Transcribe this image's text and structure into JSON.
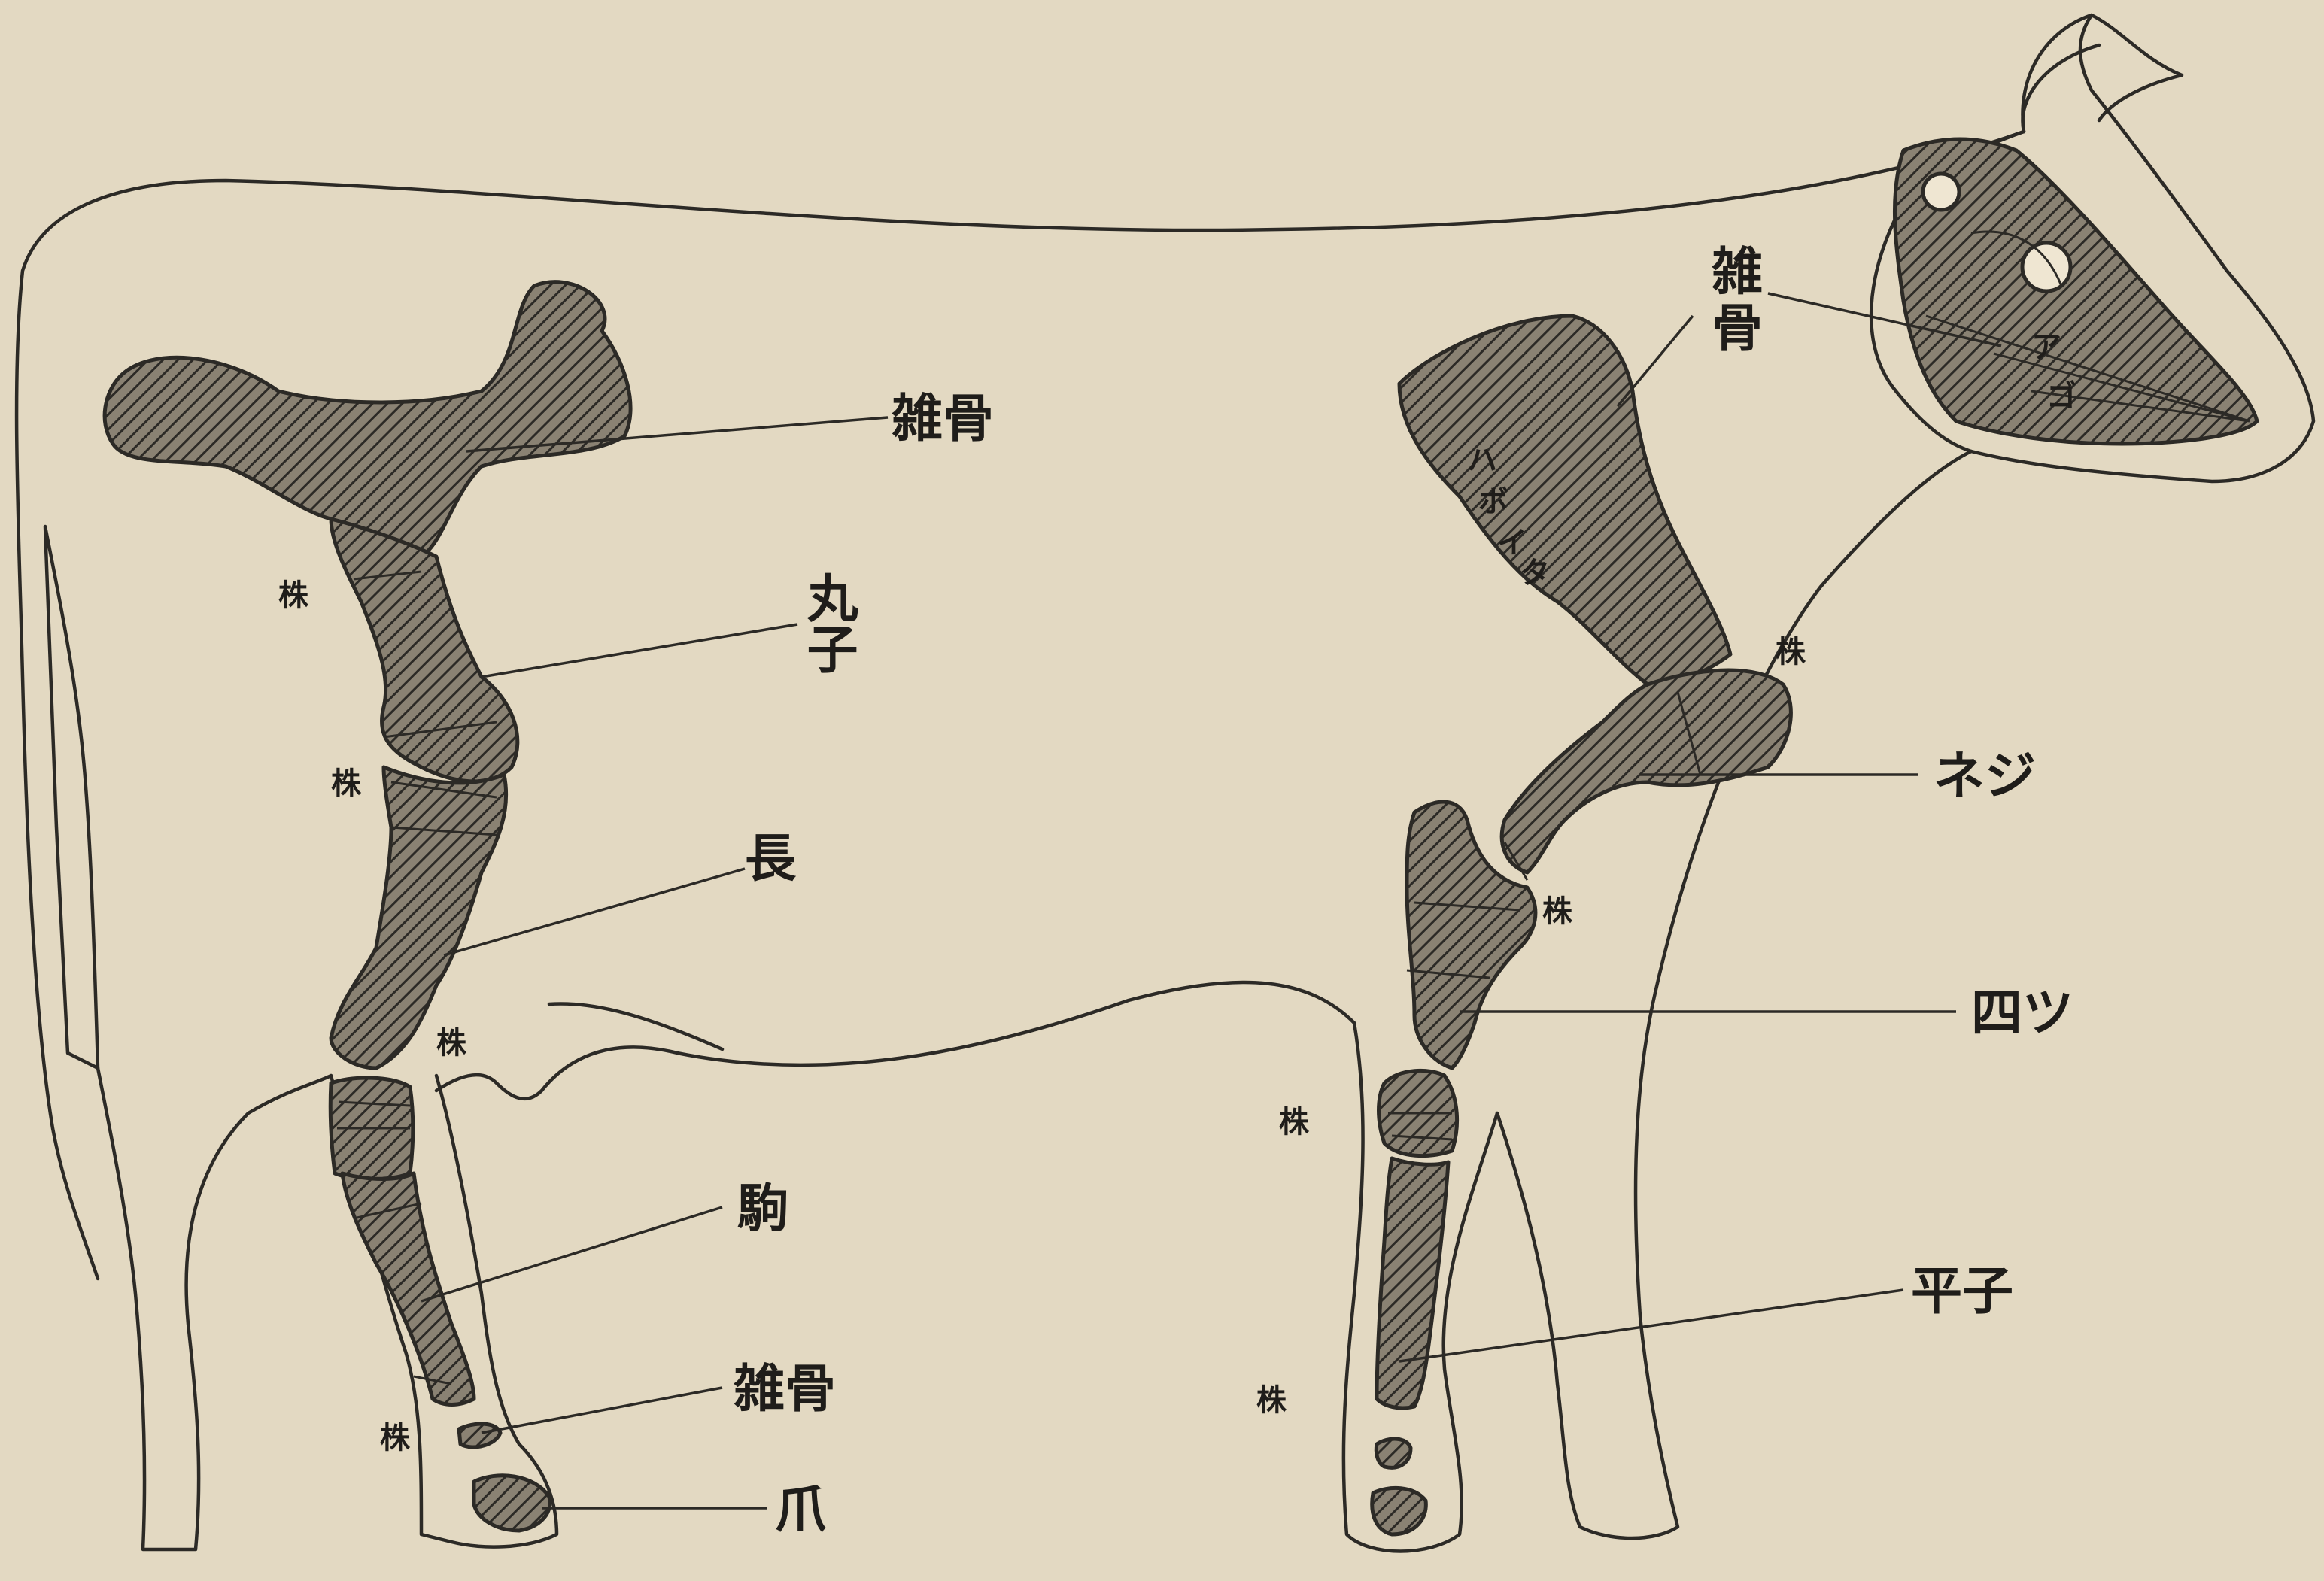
{
  "labels": {
    "zakkotsu_hip": "雑骨",
    "maruko": "丸子",
    "naga": "長",
    "koma": "駒",
    "zakkotsu_hoof": "雑骨",
    "tsume": "爪",
    "zakkotsu_head_line1": "雑",
    "zakkotsu_head_line2": "骨",
    "neji": "ネジ",
    "yottsu": "四ツ",
    "hirako": "平子",
    "kabu": "株",
    "bone_marks": [
      "ハ",
      "ボ",
      "イ",
      "タ",
      "ア",
      "ゴ"
    ]
  },
  "colors": {
    "paper": "#e3d9c2",
    "ink": "#2c2a26",
    "hatch": "#2c2a26"
  }
}
